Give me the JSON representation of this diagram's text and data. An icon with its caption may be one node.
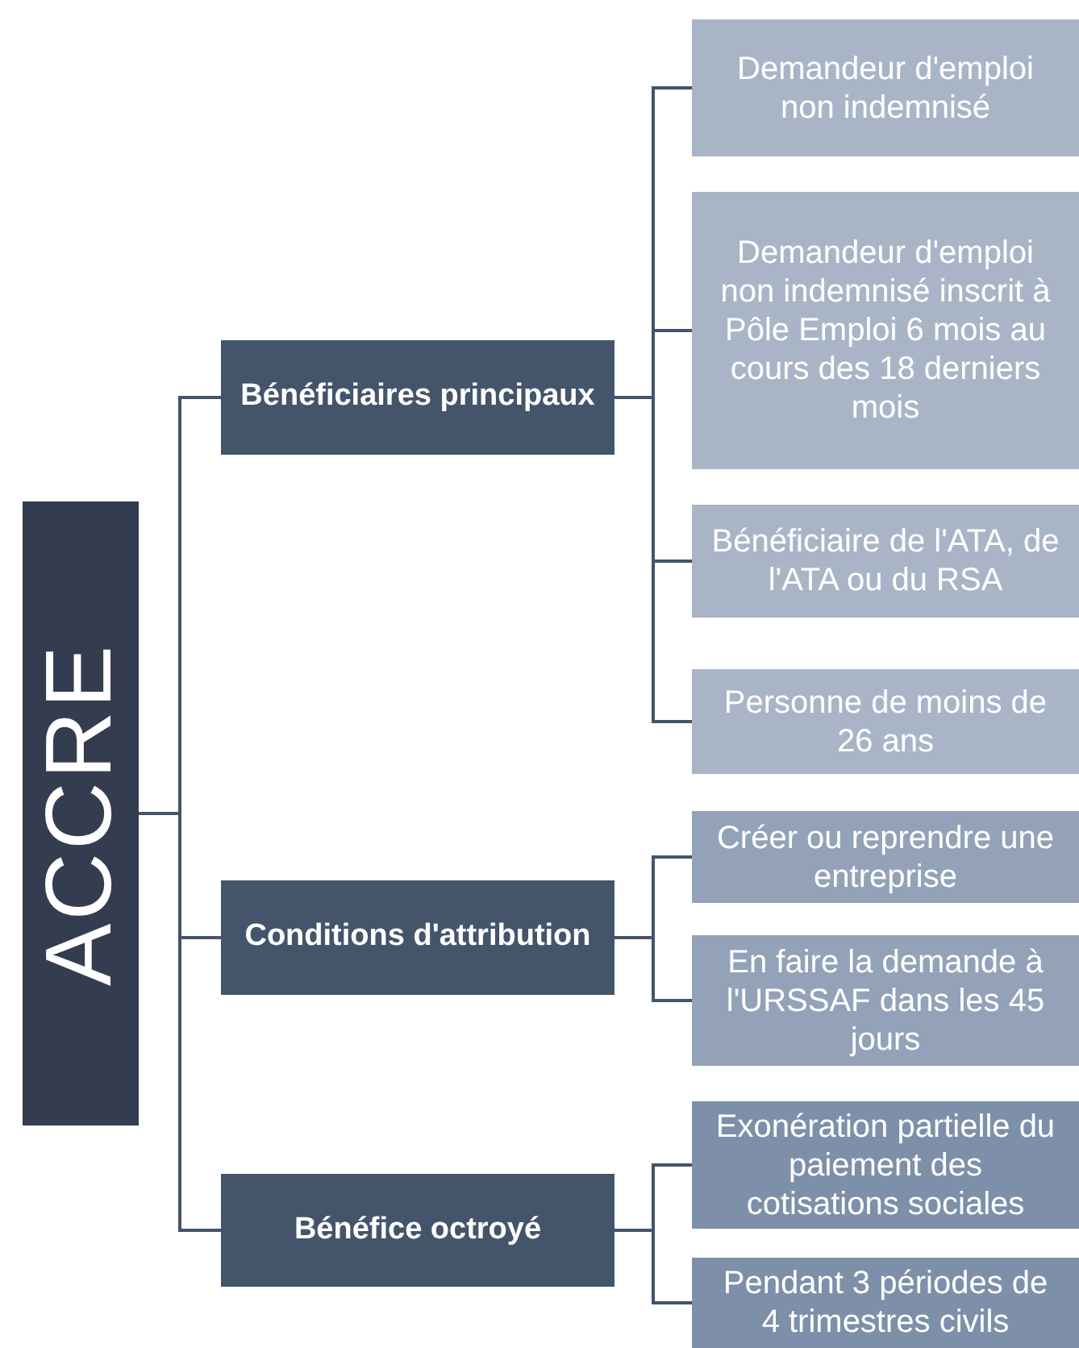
{
  "diagram": {
    "nodes": [
      {
        "text": [
          "ACCRE"
        ]
      },
      {
        "text": [
          "Bénéficiaires principaux"
        ]
      },
      {
        "text": [
          "Demandeur d'emploi non indemnisé"
        ]
      },
      {
        "text": [
          "Demandeur d'emploi non indemnisé inscrit à Pôle Emploi 6 mois au cours des 18 derniers mois"
        ]
      },
      {
        "text": [
          "Bénéficiaire de l'ATA, de l'ATA ou du RSA"
        ]
      },
      {
        "text": [
          "Personne de moins de 26 ans"
        ]
      },
      {
        "text": [
          "Conditions d'attribution"
        ]
      },
      {
        "text": [
          "Créer  ou reprendre une entreprise"
        ]
      },
      {
        "text": [
          "En faire la demande à l'URSSAF dans les 45 jours"
        ]
      },
      {
        "text": [
          "Bénéfice octroyé"
        ]
      },
      {
        "text": [
          "Exonération partielle du paiement des cotisations sociales"
        ]
      },
      {
        "text": [
          "Pendant 3 périodes de 4 trimestres civils"
        ]
      }
    ],
    "edges": [
      {
        "from": 0,
        "to": 1,
        "arrow": "none"
      },
      {
        "from": 1,
        "to": 2,
        "arrow": "none"
      },
      {
        "from": 1,
        "to": 3,
        "arrow": "none"
      },
      {
        "from": 1,
        "to": 4,
        "arrow": "none"
      },
      {
        "from": 1,
        "to": 5,
        "arrow": "none"
      },
      {
        "from": 0,
        "to": 6,
        "arrow": "none"
      },
      {
        "from": 6,
        "to": 7,
        "arrow": "none"
      },
      {
        "from": 6,
        "to": 8,
        "arrow": "none"
      },
      {
        "from": 0,
        "to": 9,
        "arrow": "none"
      },
      {
        "from": 9,
        "to": 10,
        "arrow": "none"
      },
      {
        "from": 9,
        "to": 11,
        "arrow": "none"
      }
    ]
  }
}
